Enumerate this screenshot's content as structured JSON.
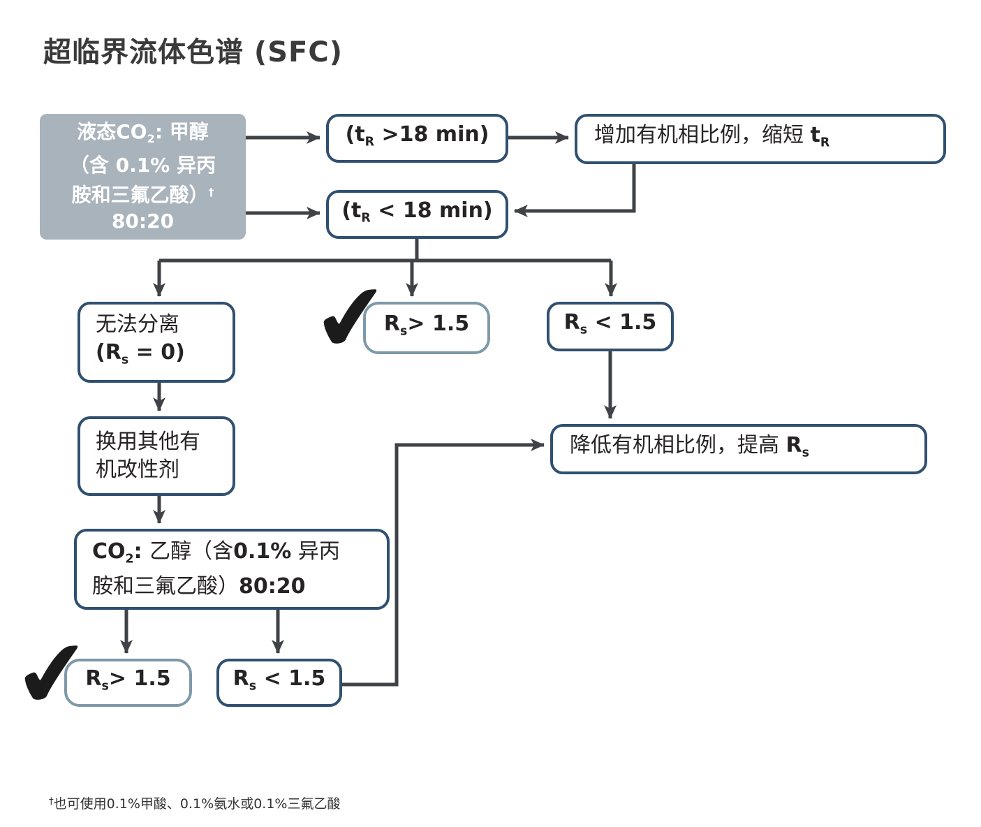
{
  "title": "超临界流体色谱 (SFC)",
  "colors": {
    "navy_border": "#305070",
    "steel_border": "#7e99a8",
    "gray_fill": "#a9b3bb",
    "arrow": "#3f4347",
    "text": "#262324",
    "check": "#1b1b1b",
    "background": "#ffffff"
  },
  "icons": {
    "checkmark": "✔"
  },
  "nodes": {
    "source": {
      "line1_pre": "液态CO",
      "line1_sub": "2",
      "line1_post": ": 甲醇",
      "line2": "（含 0.1% 异丙",
      "line3": "胺和三氟乙酸）",
      "line3_sup": "†",
      "line4": "80:20"
    },
    "tr_gt18": {
      "pre": "(t",
      "sub": "R",
      "post": " >18 min)"
    },
    "increase": {
      "text": "增加有机相比例，缩短 ",
      "t": "t",
      "sub": "R"
    },
    "tr_lt18": {
      "pre": "(t",
      "sub": "R",
      "post": " < 18 min)"
    },
    "no_sep": {
      "line1": "无法分离",
      "line2_pre": "(R",
      "line2_sub": "s",
      "line2_post": " = 0)"
    },
    "rs_good": {
      "pre": "R",
      "sub": "s",
      "post": "> 1.5"
    },
    "rs_bad": {
      "pre": "R",
      "sub": "s",
      "post": " < 1.5"
    },
    "change_modifier": {
      "line1": "换用其他有",
      "line2": "机改性剂"
    },
    "co2_ethanol": {
      "l1_co": "CO",
      "l1_sub": "2",
      "l1_colon": ": ",
      "l1_c1": "乙醇（含",
      "l1_pct": "0.1%",
      "l1_c2": " 异丙",
      "l2_c": "胺和三氟乙酸）",
      "l2_ratio": "80:20"
    },
    "lower": {
      "text": "降低有机相比例，提高 ",
      "r": "R",
      "sub": "s"
    }
  },
  "footnote": {
    "sup": "†",
    "text": "也可使用0.1%甲酸、0.1%氨水或0.1%三氟乙酸"
  }
}
